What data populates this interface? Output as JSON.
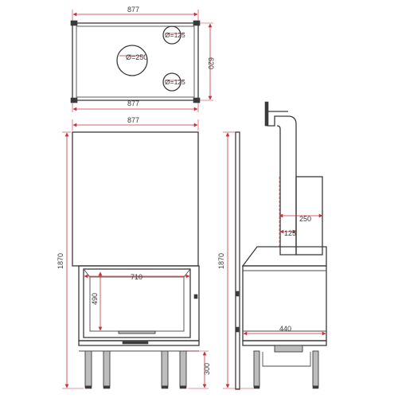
{
  "top_view": {
    "width_top": "877",
    "width_bottom": "877",
    "depth": "620",
    "flue_main": "Ø=250",
    "flue_upper": "Ø=125",
    "flue_lower": "Ø=125"
  },
  "front_view": {
    "width": "877",
    "height": "1870",
    "opening_width": "710",
    "opening_height": "490",
    "leg_height": "300"
  },
  "side_view": {
    "height": "1870",
    "flue_outer": "250",
    "flue_inner": "125",
    "depth": "440"
  }
}
